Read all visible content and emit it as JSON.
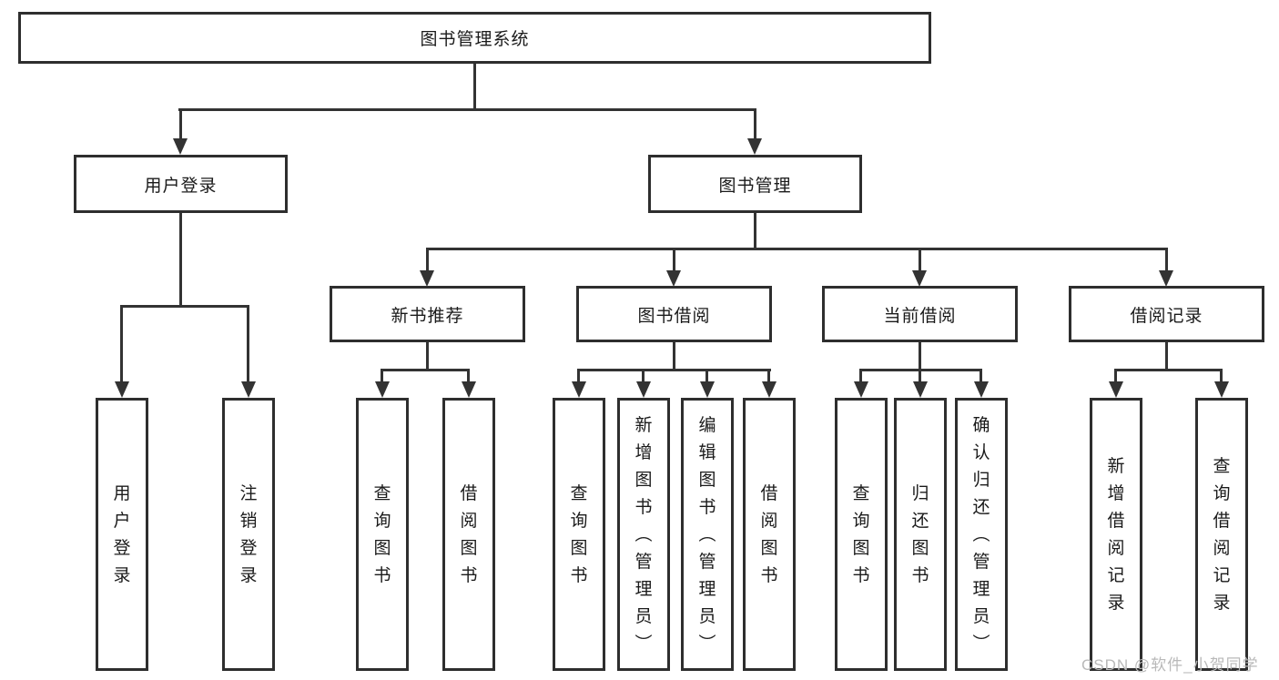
{
  "diagram": {
    "root": {
      "label": "图书管理系统"
    },
    "branches": [
      {
        "label": "用户登录",
        "leaves": [
          {
            "label": "用户登录"
          },
          {
            "label": "注销登录"
          }
        ]
      },
      {
        "label": "图书管理",
        "groups": [
          {
            "label": "新书推荐",
            "leaves": [
              {
                "label": "查询图书"
              },
              {
                "label": "借阅图书"
              }
            ]
          },
          {
            "label": "图书借阅",
            "leaves": [
              {
                "label": "查询图书"
              },
              {
                "label": "新增图书（管理员）"
              },
              {
                "label": "编辑图书（管理员）"
              },
              {
                "label": "借阅图书"
              }
            ]
          },
          {
            "label": "当前借阅",
            "leaves": [
              {
                "label": "查询图书"
              },
              {
                "label": "归还图书"
              },
              {
                "label": "确认归还（管理员）"
              }
            ]
          },
          {
            "label": "借阅记录",
            "leaves": [
              {
                "label": "新增借阅记录"
              },
              {
                "label": "查询借阅记录"
              }
            ]
          }
        ]
      }
    ]
  },
  "watermark": {
    "text": "CSDN @软件_小贺同学"
  },
  "colors": {
    "line": "#333333",
    "box_border": "#2e2e2e",
    "text": "#1a1a1a",
    "watermark": "#b9b9b9",
    "background": "#ffffff"
  }
}
